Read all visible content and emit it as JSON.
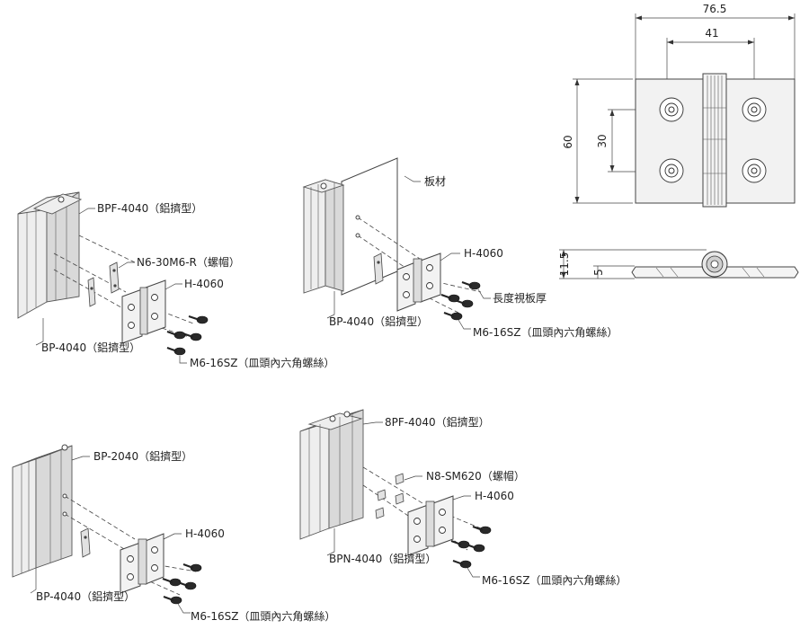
{
  "top_drawing": {
    "dim_width_total": "76.5",
    "dim_width_holes": "41",
    "dim_height_total": "60",
    "dim_height_holes": "30",
    "dim_thickness_total": "11.5",
    "dim_thickness_plate": "5"
  },
  "assembly_1": {
    "profile_top": "BPF-4040（鋁擠型）",
    "nut": "N6-30M6-R（螺帽）",
    "hinge": "H-4060",
    "profile_bottom": "BP-4040（鋁擠型）",
    "screw": "M6-16SZ（皿頭內六角螺絲）"
  },
  "assembly_2": {
    "board": "板材",
    "hinge": "H-4060",
    "board_note": "長度視板厚",
    "profile": "BP-4040（鋁擠型）",
    "screw": "M6-16SZ（皿頭內六角螺絲）"
  },
  "assembly_3": {
    "profile_top": "BP-2040（鋁擠型）",
    "hinge": "H-4060",
    "profile_bottom": "BP-4040（鋁擠型）",
    "screw": "M6-16SZ（皿頭內六角螺絲）"
  },
  "assembly_4": {
    "profile_top": "8PF-4040（鋁擠型）",
    "nut": "N8-SM620（螺帽）",
    "hinge": "H-4060",
    "profile_bottom": "BPN-4040（鋁擠型）",
    "screw": "M6-16SZ（皿頭內六角螺絲）"
  }
}
